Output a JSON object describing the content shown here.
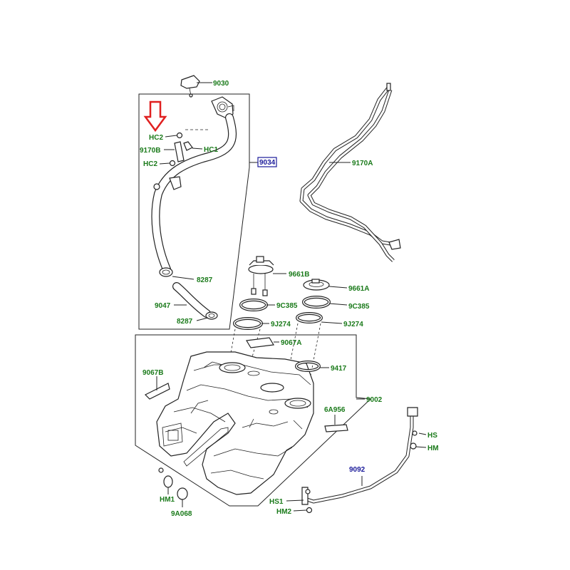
{
  "callouts": {
    "p9030": "9030",
    "hc2_top": "HC2",
    "p9170b": "9170B",
    "hc1": "HC1",
    "hc2_bottom": "HC2",
    "p9034": "9034",
    "p9170a": "9170A",
    "p8287_top": "8287",
    "p9661b": "9661B",
    "p9661a": "9661A",
    "p9c385_left": "9C385",
    "p9c385_right": "9C385",
    "p9047": "9047",
    "p8287_bottom": "8287",
    "p9j274_left": "9J274",
    "p9j274_right": "9J274",
    "p9067a": "9067A",
    "p9417": "9417",
    "p9067b": "9067B",
    "p9002": "9002",
    "p6a956": "6A956",
    "hs_right": "HS",
    "hm_right": "HM",
    "p9092": "9092",
    "hm1": "HM1",
    "p9a068": "9A068",
    "hs1": "HS1",
    "hm2": "HM2"
  },
  "colors": {
    "label_green": "#1a7a1a",
    "label_blue": "#1a1a9a",
    "highlight_box": "#1a1a9a",
    "arrow_red": "#e02020",
    "line": "#222222"
  },
  "icons": {
    "indicator_arrow": "down-arrow-outline-icon"
  }
}
